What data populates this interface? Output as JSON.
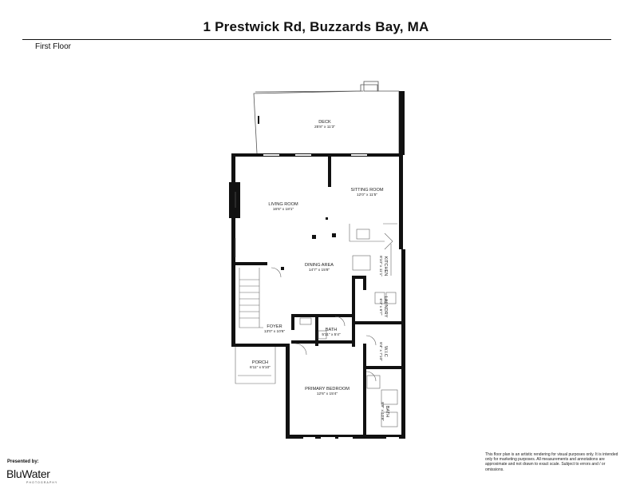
{
  "header": {
    "title": "1 Prestwick Rd, Buzzards Bay, MA",
    "floor": "First Floor"
  },
  "rooms": [
    {
      "name": "DECK",
      "dims": "25'8\" x 11'3\""
    },
    {
      "name": "LIVING ROOM",
      "dims": "16'6\" x 18'1\""
    },
    {
      "name": "SITTING ROOM",
      "dims": "12'0\" x 11'5\""
    },
    {
      "name": "DINING AREA",
      "dims": "14'7\" x 15'8\""
    },
    {
      "name": "KITCHEN",
      "dims": "8'10\" x 11'1\""
    },
    {
      "name": "LAUNDRY",
      "dims": "6'0\" x 6'7\""
    },
    {
      "name": "FOYER",
      "dims": "13'0\" x 10'6\""
    },
    {
      "name": "BATH",
      "dims": "5'11\" x 5'4\""
    },
    {
      "name": "W.I.C",
      "dims": "8'4\" x 7'10\""
    },
    {
      "name": "PORCH",
      "dims": "6'11\" x 5'10\""
    },
    {
      "name": "PRIMARY BEDROOM",
      "dims": "12'6\" x 15'4\""
    },
    {
      "name": "BATH",
      "dims": "8'9\" x 10'9\""
    }
  ],
  "footer": {
    "presented_by": "Presented by:",
    "logo_part1": "Blu",
    "logo_part2": "Water",
    "logo_sub": "PHOTOGRAPHY",
    "disclaimer": "This floor plan is an artistic rendering for visual purposes only. It is intended only for marketing purposes. All measurements and annotations are approximate and not drawn to exact scale. Subject to errors and / or omissions."
  },
  "colors": {
    "wall": "#111111",
    "thin_line": "#555555",
    "text": "#222222"
  }
}
